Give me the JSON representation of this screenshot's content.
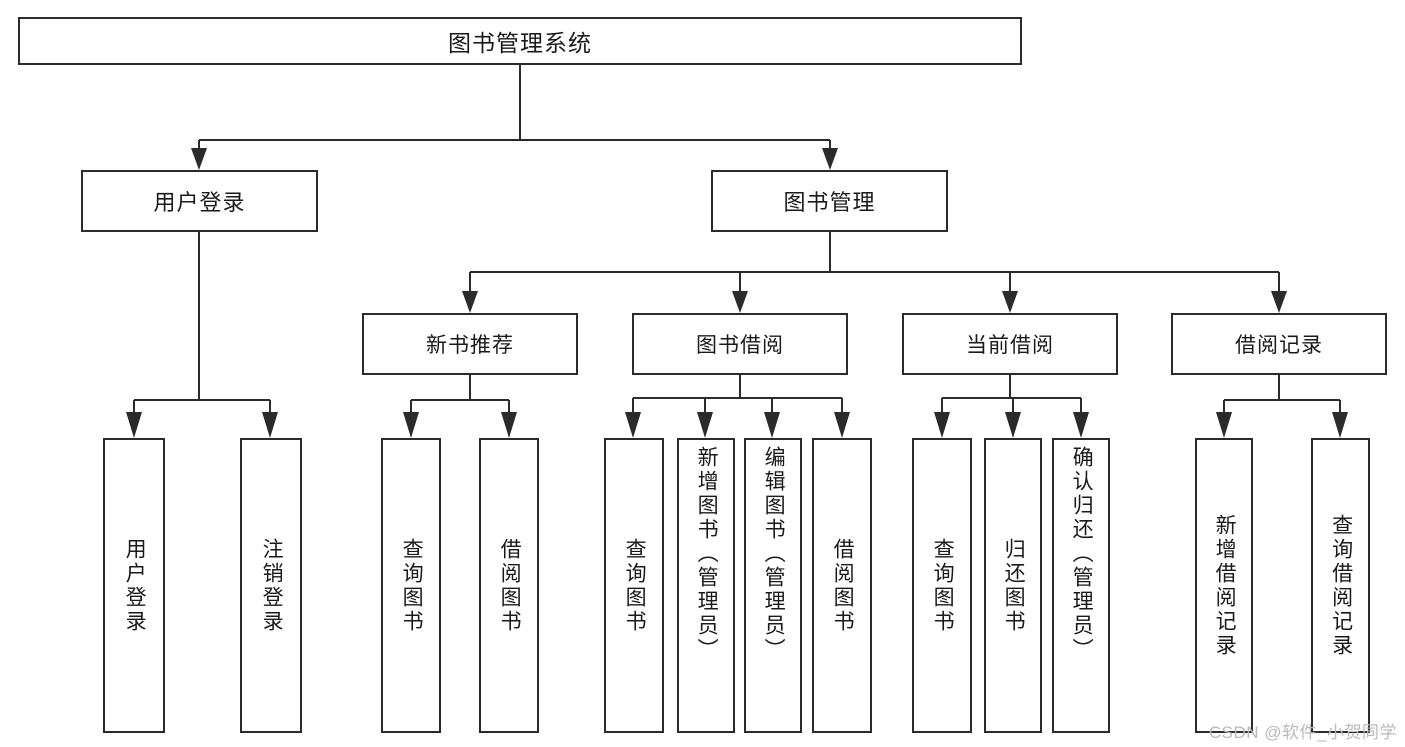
{
  "diagram": {
    "title": "图书管理系统",
    "type": "tree-hierarchy",
    "root": {
      "label": "图书管理系统"
    },
    "level2": [
      {
        "label": "用户登录"
      },
      {
        "label": "图书管理"
      }
    ],
    "level3": [
      {
        "label": "新书推荐"
      },
      {
        "label": "图书借阅"
      },
      {
        "label": "当前借阅"
      },
      {
        "label": "借阅记录"
      }
    ],
    "leaves": [
      {
        "label": "用户登录",
        "parent": "用户登录"
      },
      {
        "label": "注销登录",
        "parent": "用户登录"
      },
      {
        "label": "查询图书",
        "parent": "新书推荐"
      },
      {
        "label": "借阅图书",
        "parent": "新书推荐"
      },
      {
        "label": "查询图书",
        "parent": "图书借阅"
      },
      {
        "label": "新增图书（管理员）",
        "parent": "图书借阅"
      },
      {
        "label": "编辑图书（管理员）",
        "parent": "图书借阅"
      },
      {
        "label": "借阅图书",
        "parent": "图书借阅"
      },
      {
        "label": "查询图书",
        "parent": "当前借阅"
      },
      {
        "label": "归还图书",
        "parent": "当前借阅"
      },
      {
        "label": "确认归还（管理员）",
        "parent": "当前借阅"
      },
      {
        "label": "新增借阅记录",
        "parent": "借阅记录"
      },
      {
        "label": "查询借阅记录",
        "parent": "借阅记录"
      }
    ]
  },
  "watermark": {
    "text": "CSDN @软件_小贺同学"
  },
  "colors": {
    "stroke": "#2b2b2b",
    "background": "#ffffff",
    "text": "#1a1a1a",
    "watermark": "#b9b9b9"
  }
}
